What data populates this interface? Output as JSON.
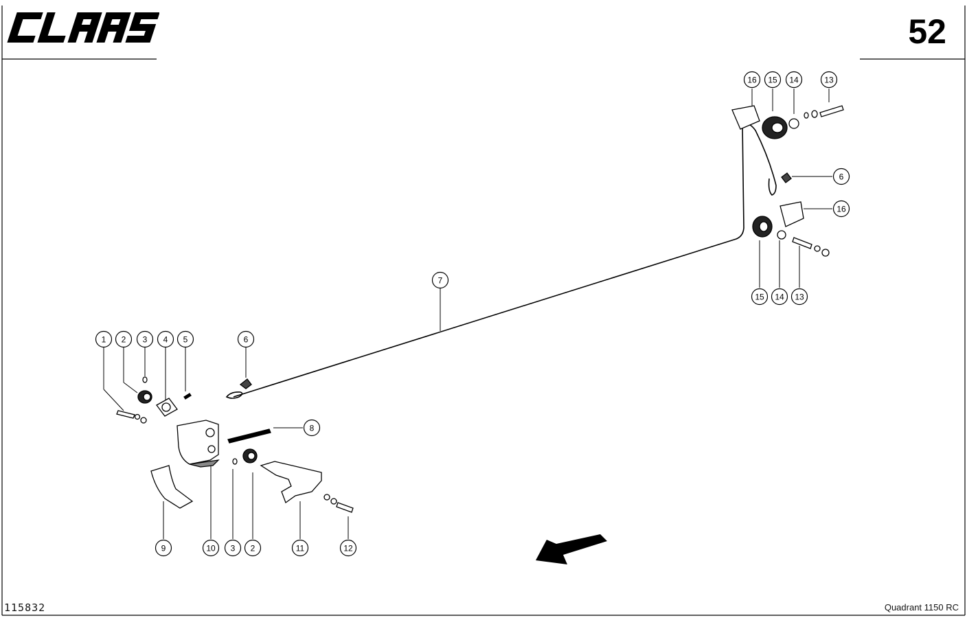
{
  "header": {
    "brand": "CLAAS",
    "page_number": "52"
  },
  "footer": {
    "document_number": "115832",
    "model": "Quadrant 1150 RC"
  },
  "callouts": {
    "c1": "1",
    "c2a": "2",
    "c3a": "3",
    "c4": "4",
    "c5": "5",
    "c6a": "6",
    "c7": "7",
    "c8": "8",
    "c9": "9",
    "c10": "10",
    "c3b": "3",
    "c2b": "2",
    "c11": "11",
    "c12": "12",
    "c16a": "16",
    "c15a": "15",
    "c14a": "14",
    "c13a": "13",
    "c6b": "6",
    "c16b": "16",
    "c15b": "15",
    "c14b": "14",
    "c13b": "13"
  },
  "colors": {
    "ink": "#000000",
    "paper": "#ffffff"
  }
}
